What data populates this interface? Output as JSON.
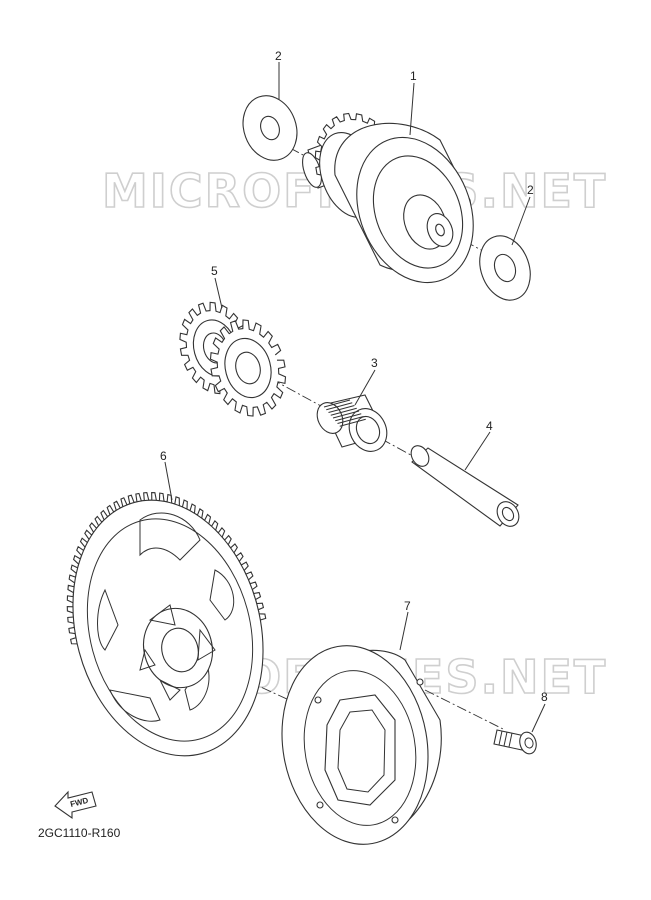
{
  "watermark": "MICROFICHES.NET",
  "diagram_code": "2GC1110-R160",
  "fwd_label": "FWD",
  "callouts": [
    {
      "id": "callout-1",
      "label": "1"
    },
    {
      "id": "callout-2a",
      "label": "2"
    },
    {
      "id": "callout-2b",
      "label": "2"
    },
    {
      "id": "callout-3",
      "label": "3"
    },
    {
      "id": "callout-4",
      "label": "4"
    },
    {
      "id": "callout-5",
      "label": "5"
    },
    {
      "id": "callout-6",
      "label": "6"
    },
    {
      "id": "callout-7",
      "label": "7"
    },
    {
      "id": "callout-8",
      "label": "8"
    }
  ]
}
